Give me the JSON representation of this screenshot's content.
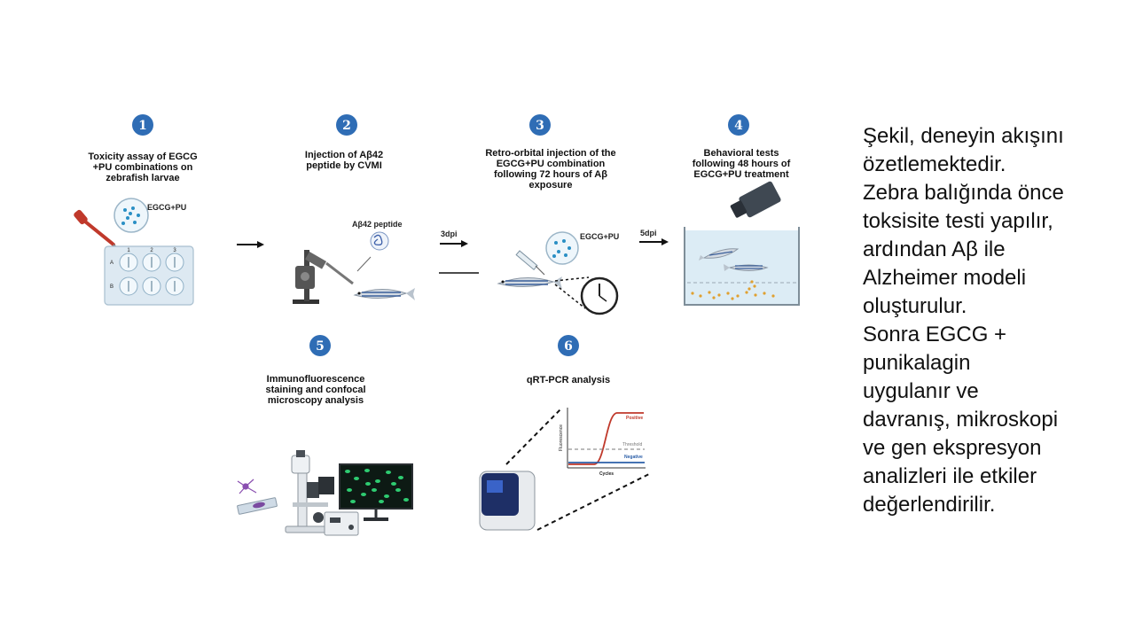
{
  "steps": [
    {
      "number": "1",
      "title_lines": [
        "Toxicity assay of EGCG",
        "+PU combinations on",
        "zebrafish larvae"
      ]
    },
    {
      "number": "2",
      "title_lines": [
        "Injection of Aβ42",
        "peptide by  CVMI"
      ]
    },
    {
      "number": "3",
      "title_lines": [
        "Retro-orbital injection of the",
        "EGCG+PU combination",
        "following 72 hours of Aβ",
        "exposure"
      ]
    },
    {
      "number": "4",
      "title_lines": [
        "Behavioral tests",
        "following 48 hours of",
        "EGCG+PU treatment"
      ]
    },
    {
      "number": "5",
      "title_lines": [
        "Immunofluorescence",
        "staining and confocal",
        "microscopy analysis"
      ]
    },
    {
      "number": "6",
      "title_lines": [
        "qRT-PCR analysis"
      ]
    }
  ],
  "labels": {
    "egcg_pu_1": "EGCG+PU",
    "egcg_pu_3": "EGCG+PU",
    "abeta_peptide": "Aβ42 peptide",
    "dpi_3": "3dpi",
    "dpi_5": "5dpi",
    "plate_cols": [
      "1",
      "2",
      "3"
    ],
    "plate_rows": [
      "A",
      "B"
    ]
  },
  "pcr_plot": {
    "ylabel": "Fluorescence",
    "xlabel": "Cycles",
    "positive": "Positive",
    "threshold": "Threshold",
    "negative": "Negative"
  },
  "colors": {
    "badge": "#2f6db5",
    "positive": "#c0392b",
    "negative": "#2c5fa8",
    "water": "#dcecf5",
    "pellet": "#e0a030",
    "cell_green": "#2ecc71"
  },
  "summary_lines": [
    "Şekil, deneyin akışını",
    "özetlemektedir.",
    "Zebra balığında önce",
    "toksisite testi yapılır,",
    "ardından Aβ ile",
    "Alzheimer modeli",
    "oluşturulur.",
    "Sonra EGCG +",
    "punikalagin",
    "uygulanır ve",
    "davranış, mikroskopi",
    "ve gen ekspresyon",
    "analizleri ile etkiler",
    "değerlendirilir."
  ]
}
